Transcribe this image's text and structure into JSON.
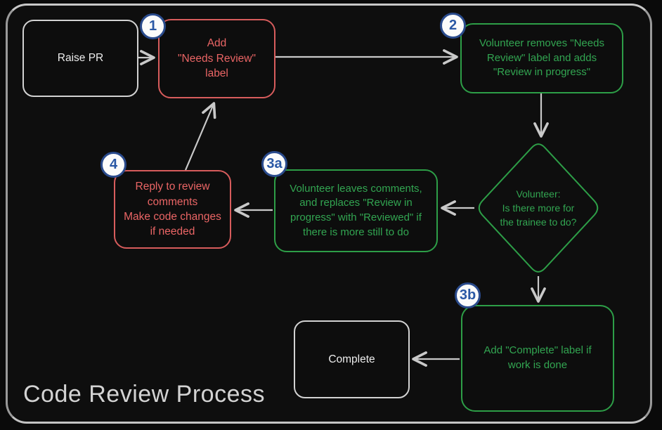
{
  "title": "Code Review Process",
  "colors": {
    "background": "#0d0d0d",
    "frame_border": "#9a9a9a",
    "red_accent": "#e06060",
    "green_accent": "#2d9e47",
    "badge_blue": "#2a4b8d",
    "arrow_gray": "#c9c9c9",
    "neutral_text": "#ededed"
  },
  "badges": {
    "step1": "1",
    "step2": "2",
    "step3a": "3a",
    "step3b": "3b",
    "step4": "4"
  },
  "nodes": {
    "raise_pr": {
      "label": "Raise PR"
    },
    "add_needs_review": {
      "lines": [
        "Add",
        "\"Needs Review\"",
        "label"
      ]
    },
    "volunteer_removes": {
      "lines": [
        "Volunteer removes \"Needs",
        "Review\" label and adds",
        "\"Review in progress\""
      ]
    },
    "decision": {
      "lines": [
        "Volunteer:",
        "Is there more for",
        "the trainee to do?"
      ]
    },
    "volunteer_leaves": {
      "lines": [
        "Volunteer leaves comments,",
        "and replaces \"Review in",
        "progress\" with \"Reviewed\" if",
        "there is more still to do"
      ]
    },
    "reply_to_review": {
      "lines": [
        "Reply to review",
        "comments",
        "Make code changes",
        "if needed"
      ]
    },
    "add_complete": {
      "lines": [
        "Add \"Complete\" label if",
        "work is done"
      ]
    },
    "complete": {
      "label": "Complete"
    }
  }
}
